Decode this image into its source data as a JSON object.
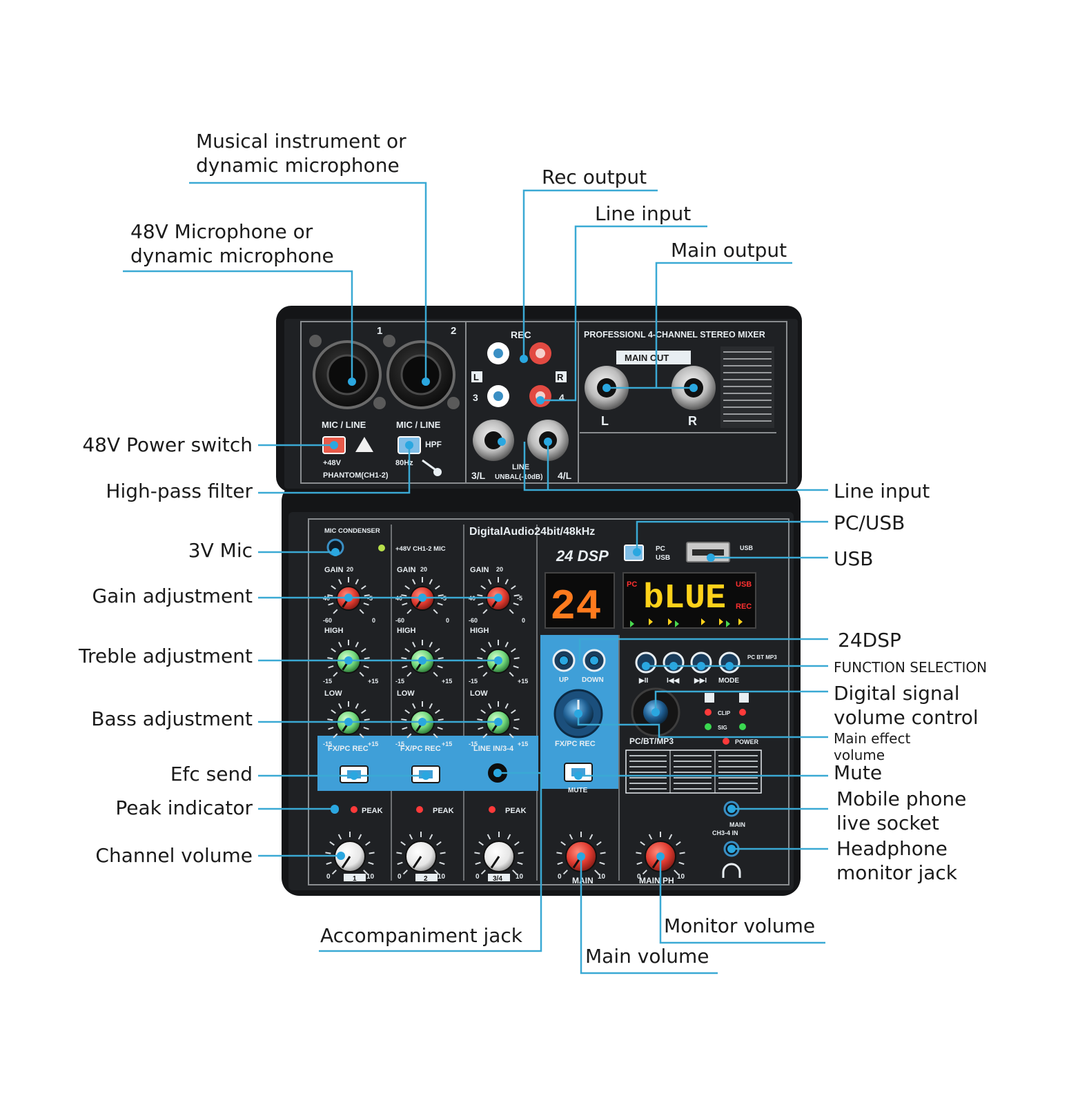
{
  "colors": {
    "leader": "#3aa9d4",
    "dot": "#2aa7e0",
    "panel": "#1d1f22",
    "accent": "#42a8dc"
  },
  "device": {
    "ch1_number": "1",
    "ch2_number": "2",
    "rec_label": "REC",
    "rca_l": "L",
    "rca_r": "R",
    "rca_3": "3",
    "rca_4": "4",
    "title": "PROFESSIONL 4-CHANNEL STEREO MIXER",
    "main_out_label": "MAIN OUT",
    "main_out_l": "L",
    "main_out_r": "R",
    "mic_line_1": "MIC / LINE",
    "mic_line_2": "MIC / LINE",
    "plus48v": "+48V",
    "phantom": "PHANTOM(CH1-2)",
    "hpf": "HPF",
    "hz80": "80Hz",
    "line_label": "LINE",
    "line_3l": "3/L",
    "line_unbal": "UNBAL(-10dB)",
    "line_4l": "4/L",
    "mic_condenser": "MIC CONDENSER",
    "ch12_mic": "+48V CH1-2 MIC",
    "digital_audio": "DigitalAudio24bit/48kHz",
    "dsp24": "24 DSP",
    "pc": "PC",
    "usb_sel": "USB",
    "usb_port": "USB",
    "gain": "GAIN",
    "high": "HIGH",
    "low": "LOW",
    "scale_20": "20",
    "scale_40": "40",
    "scale_minus5": "-5",
    "scale_minus60": "-60",
    "scale_0": "0",
    "scale_minus15": "-15",
    "scale_plus15": "+15",
    "display_num": "24",
    "display_text": "bLUE",
    "disp_pc": "PC",
    "disp_usb": "USB",
    "disp_rec": "REC",
    "up": "UP",
    "down": "DOWN",
    "fx_pc_rec_knob": "FX/PC REC",
    "fx_pc_rec_1": "FX/PC REC",
    "fx_pc_rec_2": "FX/PC REC",
    "line_in_34": "LINE IN/3-4",
    "mute": "MUTE",
    "play": "▶II",
    "prev": "I◀◀",
    "next": "▶▶I",
    "mode": "MODE",
    "pc_bt_mp3_tag": "PC BT MP3",
    "pc_bt_mp3": "PC/BT/MP3",
    "power": "POWER",
    "clip": "CLIP",
    "sig": "SIG",
    "peak": "PEAK",
    "main": "MAIN",
    "main_ph": "MAIN PH",
    "ch34_in": "CH3-4 IN",
    "vol_0": "0",
    "vol_10": "10",
    "strip_1": "1",
    "strip_2": "2",
    "strip_34": "3/4"
  },
  "callouts": {
    "musical_instrument": "Musical instrument or\ndynamic microphone",
    "mic_48v": "48V Microphone or\ndynamic microphone",
    "rec_output": "Rec output",
    "line_input_top": "Line input",
    "main_output": "Main output",
    "power_48v": "48V Power switch",
    "high_pass": "High-pass filter",
    "line_input_right": "Line input",
    "pc_usb": "PC/USB",
    "usb": "USB",
    "mic_3v": "3V Mic",
    "gain_adj": "Gain adjustment",
    "treble_adj": "Treble adjustment",
    "bass_adj": "Bass adjustment",
    "efc_send": "Efc send",
    "peak_ind": "Peak indicator",
    "channel_vol": "Channel volume",
    "dsp24": "24DSP",
    "function_sel": "FUNCTION SELECTION",
    "digital_signal": "Digital signal\nvolume control",
    "main_effect": "Main effect\nvolume",
    "mute": "Mute",
    "mobile_phone": "Mobile phone\nlive socket",
    "headphone": "Headphone\nmonitor jack",
    "accompaniment": "Accompaniment jack",
    "monitor_vol": "Monitor volume",
    "main_vol": "Main volume"
  }
}
